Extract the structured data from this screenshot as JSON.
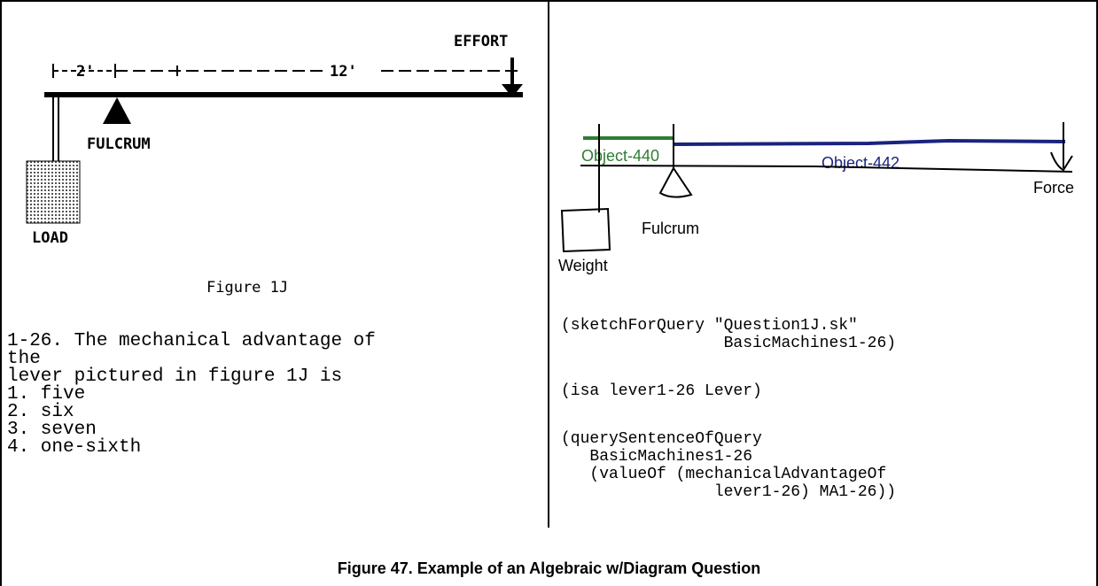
{
  "left": {
    "diagram": {
      "dim_short": "2'",
      "dim_long": "12'",
      "effort_label": "EFFORT",
      "fulcrum_label": "FULCRUM",
      "load_label": "LOAD"
    },
    "figure_label": "Figure 1J",
    "question_lines": [
      "1-26. The mechanical advantage of",
      "the",
      "lever pictured in figure 1J is",
      "1. five",
      "2. six",
      "3. seven",
      "4. one-sixth"
    ]
  },
  "right": {
    "sketch": {
      "object_short": "Object-440",
      "object_long": "Object-442",
      "force_label": "Force",
      "fulcrum_label": "Fulcrum",
      "weight_label": "Weight",
      "colors": {
        "short_arm": "#2e7d32",
        "long_arm": "#1a237e"
      }
    },
    "code_block_1": [
      "(sketchForQuery \"Question1J.sk\"",
      "                 BasicMachines1-26)"
    ],
    "code_block_2": [
      "(isa lever1-26 Lever)"
    ],
    "code_block_3": [
      "(querySentenceOfQuery",
      "   BasicMachines1-26",
      "   (valueOf (mechanicalAdvantageOf",
      "                lever1-26) MA1-26))"
    ]
  },
  "caption": "Figure 47. Example of an Algebraic w/Diagram Question"
}
